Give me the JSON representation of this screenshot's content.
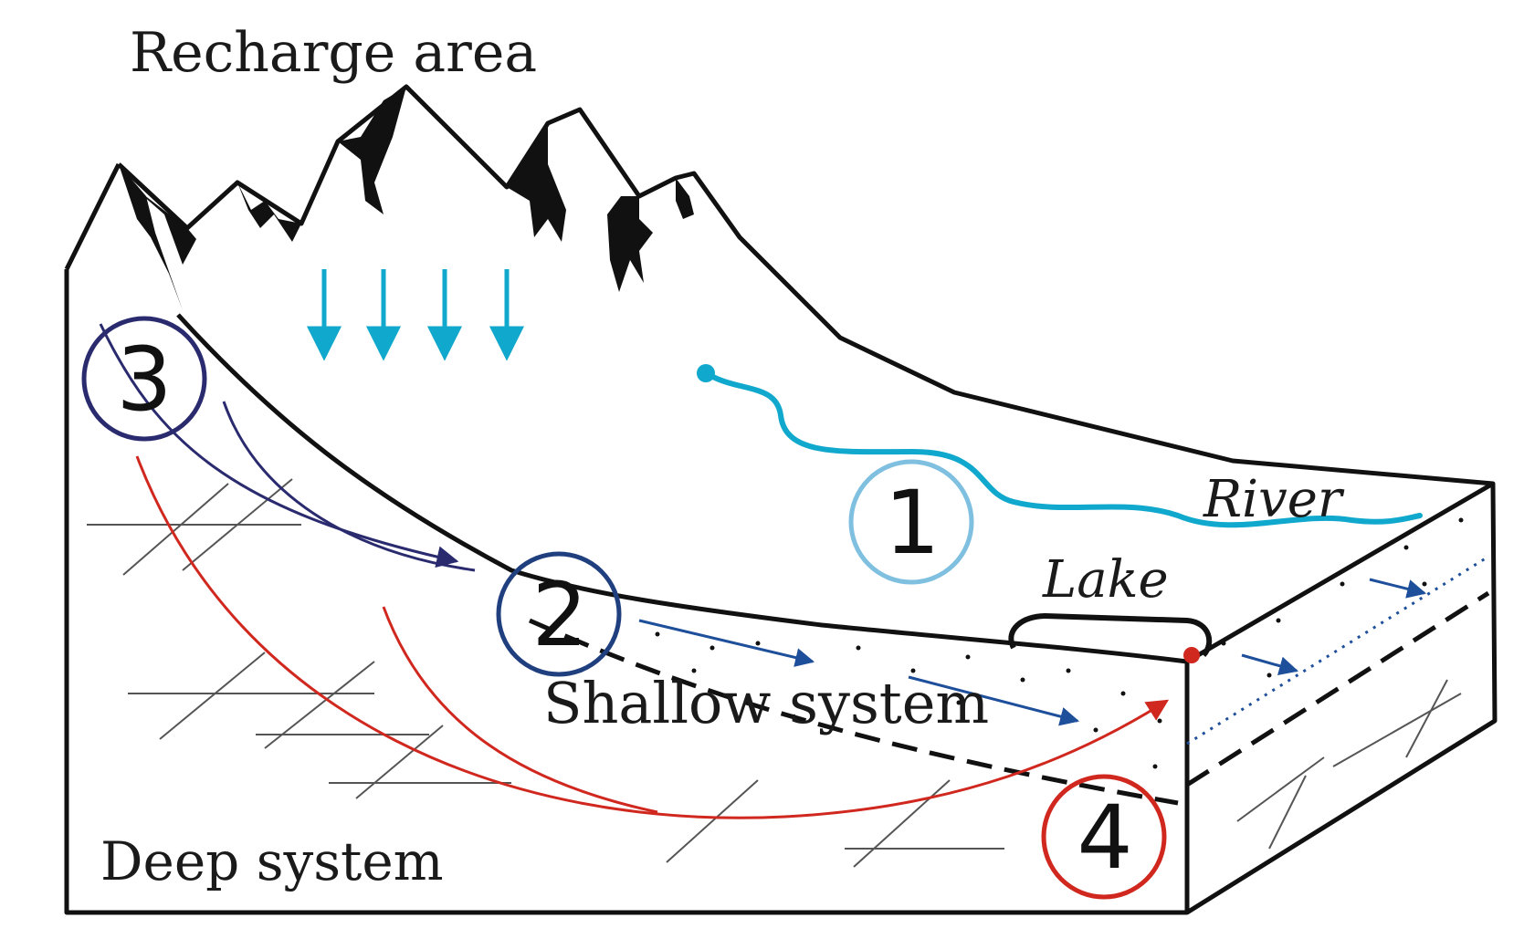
{
  "labels": {
    "recharge_area": "Recharge area",
    "deep_system": "Deep system",
    "shallow_system": "Shallow system",
    "river": "River",
    "lake": "Lake"
  },
  "markers": [
    {
      "id": "1",
      "color": "#7fbfdf"
    },
    {
      "id": "2",
      "color": "#1f3f7f"
    },
    {
      "id": "3",
      "color": "#2a2a6f"
    },
    {
      "id": "4",
      "color": "#d0281e"
    }
  ],
  "colors": {
    "outline": "#111111",
    "river": "#10a8cc",
    "recharge_arrows": "#10a8cc",
    "shallow_flow": "#1e4f9a",
    "deep_flow": "#d0281e",
    "local_flow": "#2a2a6f",
    "strata_lines": "#444444"
  }
}
